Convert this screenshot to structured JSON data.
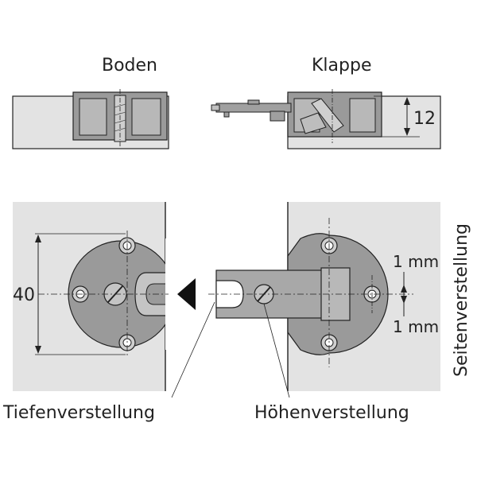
{
  "labels": {
    "boden": "Boden",
    "klappe": "Klappe",
    "thickness": "12",
    "diameter": "40",
    "side_up": "1 mm",
    "side_down": "1 mm",
    "side_adjust": "Seitenverstellung",
    "depth_adjust": "Tiefenverstellung",
    "height_adjust": "Höhenverstellung"
  },
  "colors": {
    "panel": "#e3e3e3",
    "part_dark": "#8f8f8f",
    "part_mid": "#a8a8a8",
    "part_light": "#c4c4c4",
    "line": "#222222"
  }
}
